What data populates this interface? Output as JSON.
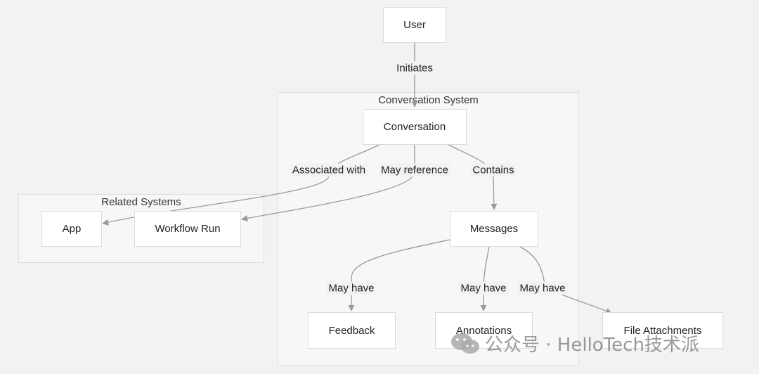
{
  "clusters": {
    "conversation_system": "Conversation System",
    "related_systems": "Related Systems"
  },
  "nodes": {
    "user": "User",
    "conversation": "Conversation",
    "messages": "Messages",
    "app": "App",
    "workflow_run": "Workflow Run",
    "feedback": "Feedback",
    "annotations": "Annotations",
    "file_attachments": "File Attachments"
  },
  "edges": {
    "initiates": "Initiates",
    "associated_with": "Associated with",
    "may_reference": "May reference",
    "contains": "Contains",
    "may_have_feedback": "May have",
    "may_have_annotations": "May have",
    "may_have_files": "May have"
  },
  "watermark": {
    "text": "公众号 · HelloTech技术派",
    "logo_icon": "wechat-icon"
  },
  "colors": {
    "background": "#f3f2f1",
    "node_fill": "#ffffff",
    "cluster_fill": "#f7f7f7",
    "edge": "#999999"
  }
}
